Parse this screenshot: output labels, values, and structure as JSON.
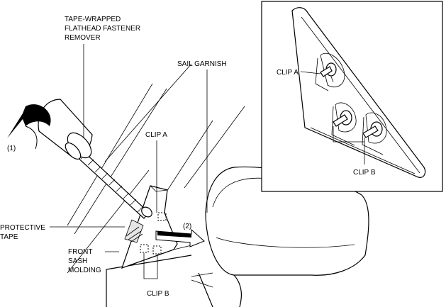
{
  "labels": {
    "tool_line1": "TAPE-WRAPPED",
    "tool_line2": "FLATHEAD FASTENER",
    "tool_line3": "REMOVER",
    "sail_garnish": "SAIL GARNISH",
    "clip_a_main": "CLIP A",
    "clip_b_main": "CLIP B",
    "protective_line1": "PROTECTIVE",
    "protective_line2": "TAPE",
    "front_line1": "FRONT",
    "front_line2": "SASH",
    "front_line3": "MOLDING",
    "step1": "(1)",
    "step2": "(2)",
    "inset_clip_a": "CLIP A",
    "inset_clip_b": "CLIP B"
  }
}
